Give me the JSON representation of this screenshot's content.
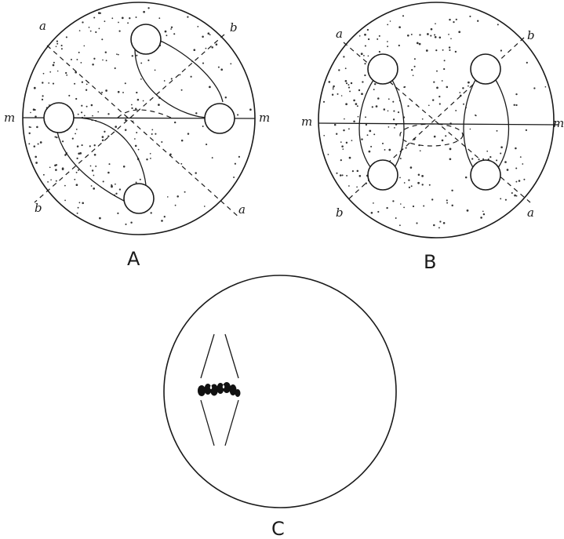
{
  "figures": [
    {
      "id": "A",
      "caption": "A",
      "labels": {
        "a_top": "a",
        "b_top": "b",
        "m_left": "m",
        "m_right": "m",
        "b_bottom": "b",
        "a_bottom": "a"
      }
    },
    {
      "id": "B",
      "caption": "B",
      "labels": {
        "a_top": "a",
        "b_top": "b",
        "m_left": "m",
        "m_right": "m",
        "b_bottom": "b",
        "a_bottom": "a"
      }
    },
    {
      "id": "C",
      "caption": "C"
    }
  ]
}
